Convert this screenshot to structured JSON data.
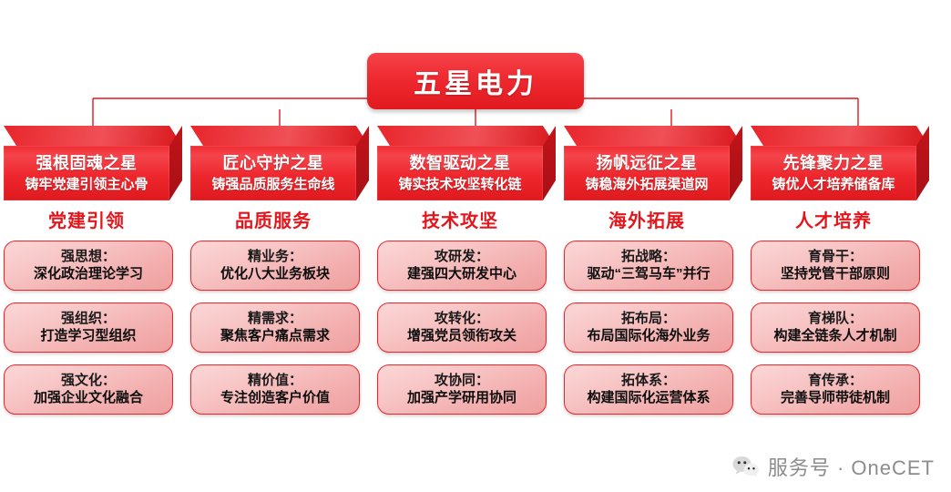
{
  "root": {
    "title": "五星电力"
  },
  "columns": [
    {
      "star_name": "强根固魂之星",
      "star_motto": "铸牢党建引领主心骨",
      "category": "党建引领",
      "items": [
        {
          "head": "强思想：",
          "body": "深化政治理论学习"
        },
        {
          "head": "强组织：",
          "body": "打造学习型组织"
        },
        {
          "head": "强文化：",
          "body": "加强企业文化融合"
        }
      ]
    },
    {
      "star_name": "匠心守护之星",
      "star_motto": "铸强品质服务生命线",
      "category": "品质服务",
      "items": [
        {
          "head": "精业务：",
          "body": "优化八大业务板块"
        },
        {
          "head": "精需求：",
          "body": "聚焦客户痛点需求"
        },
        {
          "head": "精价值：",
          "body": "专注创造客户价值"
        }
      ]
    },
    {
      "star_name": "数智驱动之星",
      "star_motto": "铸实技术攻坚转化链",
      "category": "技术攻坚",
      "items": [
        {
          "head": "攻研发：",
          "body": "建强四大研发中心"
        },
        {
          "head": "攻转化：",
          "body": "增强党员领衔攻关"
        },
        {
          "head": "攻协同：",
          "body": "加强产学研用协同"
        }
      ]
    },
    {
      "star_name": "扬帆远征之星",
      "star_motto": "铸稳海外拓展渠道网",
      "category": "海外拓展",
      "items": [
        {
          "head": "拓战略：",
          "body": "驱动“三驾马车”并行"
        },
        {
          "head": "拓布局：",
          "body": "布局国际化海外业务"
        },
        {
          "head": "拓体系：",
          "body": "构建国际化运营体系"
        }
      ]
    },
    {
      "star_name": "先锋聚力之星",
      "star_motto": "铸优人才培养储备库",
      "category": "人才培养",
      "items": [
        {
          "head": "育骨干：",
          "body": "坚持党管干部原则"
        },
        {
          "head": "育梯队：",
          "body": "构建全链条人才机制"
        },
        {
          "head": "育传承：",
          "body": "完善导师带徒机制"
        }
      ]
    }
  ],
  "watermark": {
    "icon": "wechat-icon",
    "text": "服务号 · OneCET"
  },
  "colors": {
    "brand_red": "#e3161c",
    "box_red": "#ef2a30",
    "pill_pink": "#f8c6c6",
    "connector": "#e3161c",
    "watermark_gray": "#8c8c8c"
  }
}
